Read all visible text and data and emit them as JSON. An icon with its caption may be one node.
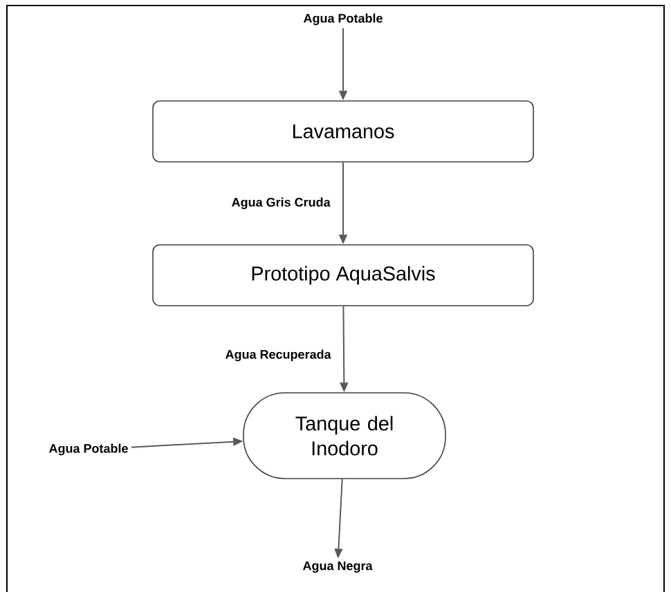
{
  "diagram": {
    "nodes": [
      {
        "text": [
          "Agua Potable"
        ]
      },
      {
        "text": [
          "Lavamanos"
        ]
      },
      {
        "text": [
          "Prototipo AquaSalvis"
        ]
      },
      {
        "text": [
          "Tanque del Inodoro"
        ]
      },
      {
        "text": [
          "Agua Potable"
        ]
      },
      {
        "text": [
          "Agua Negra"
        ]
      }
    ],
    "edges": [
      {
        "from": 0,
        "to": 1,
        "arrow": "to"
      },
      {
        "from": 1,
        "to": 2,
        "arrow": "to",
        "label": "Agua Gris Cruda"
      },
      {
        "from": 2,
        "to": 3,
        "arrow": "to",
        "label": "Agua Recuperada"
      },
      {
        "from": 4,
        "to": 3,
        "arrow": "to"
      },
      {
        "from": 3,
        "to": 5,
        "arrow": "to"
      }
    ]
  }
}
